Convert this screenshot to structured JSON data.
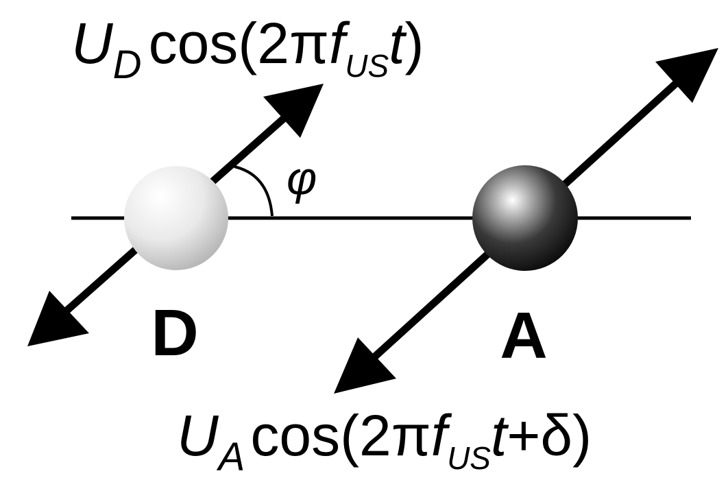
{
  "equations": {
    "donor": {
      "amp": "U",
      "amp_sub": "D",
      "func": "cos(2π",
      "freq": "f",
      "freq_sub": "US",
      "time": "t",
      "close": ")"
    },
    "acceptor": {
      "amp": "U",
      "amp_sub": "A",
      "func": "cos(2π",
      "freq": "f",
      "freq_sub": "US",
      "time": "t",
      "phase": "+δ",
      "close": ")"
    }
  },
  "angle_label": "φ",
  "particles": {
    "donor": {
      "label": "D",
      "color": "#e6e6e6"
    },
    "acceptor": {
      "label": "A",
      "color": "#1a1a1a"
    }
  },
  "colors": {
    "line": "#000000",
    "arrow": "#000000",
    "background": "#ffffff"
  }
}
